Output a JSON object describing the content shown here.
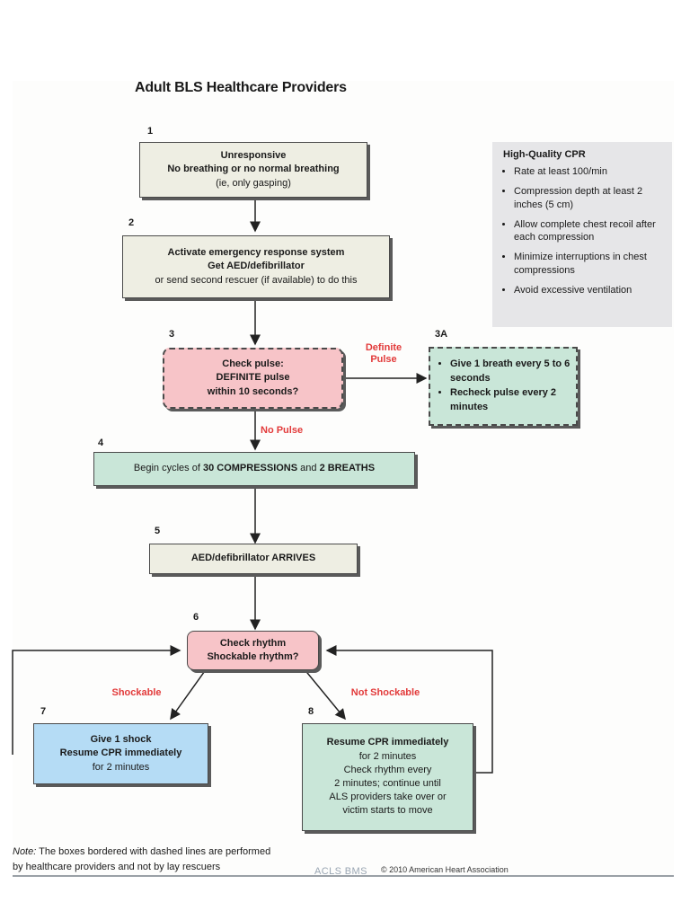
{
  "title": "Adult BLS Healthcare Providers",
  "colors": {
    "beige": "#eeeee3",
    "pink": "#f7c4c8",
    "green": "#c9e6d8",
    "blue": "#b5dcf5",
    "red_label": "#e23a3a",
    "gray_panel": "#e6e6e8"
  },
  "steps": {
    "s1": {
      "num": "1",
      "line1": "Unresponsive",
      "line2": "No breathing or no normal breathing",
      "line3": "(ie, only gasping)"
    },
    "s2": {
      "num": "2",
      "line1": "Activate emergency response system",
      "line2": "Get AED/defibrillator",
      "line3": "or send second rescuer (if available) to do this"
    },
    "s3": {
      "num": "3",
      "line1": "Check pulse:",
      "line2": "DEFINITE pulse",
      "line3": "within 10 seconds?"
    },
    "s3a": {
      "num": "3A",
      "items": [
        "Give 1 breath every 5 to 6 seconds",
        "Recheck pulse every 2 minutes"
      ]
    },
    "s4": {
      "num": "4",
      "text_prefix": "Begin cycles of ",
      "text_bold": "30 COMPRESSIONS",
      "text_mid": " and ",
      "text_bold2": "2 BREATHS"
    },
    "s5": {
      "num": "5",
      "text": "AED/defibrillator ARRIVES"
    },
    "s6": {
      "num": "6",
      "line1": "Check rhythm",
      "line2": "Shockable rhythm?"
    },
    "s7": {
      "num": "7",
      "line1": "Give 1 shock",
      "line2": "Resume CPR immediately",
      "line3": "for 2 minutes"
    },
    "s8": {
      "num": "8",
      "line1": "Resume CPR immediately",
      "line2": "for 2 minutes",
      "line3": "Check rhythm every",
      "line4": "2 minutes; continue until",
      "line5": "ALS providers take over or",
      "line6": "victim starts to move"
    }
  },
  "labels": {
    "definite_pulse_1": "Definite",
    "definite_pulse_2": "Pulse",
    "no_pulse": "No Pulse",
    "shockable": "Shockable",
    "not_shockable": "Not Shockable"
  },
  "cpr_panel": {
    "heading": "High-Quality CPR",
    "items": [
      "Rate at least 100/min",
      "Compression depth at least 2 inches (5 cm)",
      "Allow complete chest recoil after each compression",
      "Minimize interruptions in chest compressions",
      "Avoid excessive ventilation"
    ]
  },
  "note": {
    "label": "Note:",
    "line1": " The boxes bordered with dashed lines are performed",
    "line2": "by healthcare providers and not by lay rescuers"
  },
  "watermark": "ACLS BMS",
  "copyright": "© 2010 American Heart Association"
}
